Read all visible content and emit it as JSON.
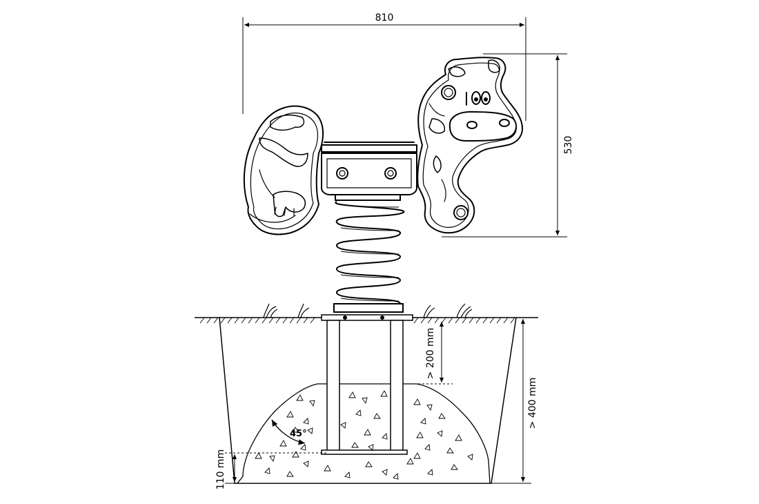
{
  "dimensions": {
    "width_label": "810",
    "height_label": "530",
    "top_depth_label": "> 200 mm",
    "total_depth_label": "> 400 mm",
    "bottom_depth_label": "110 mm",
    "angle_label": "45°"
  },
  "colors": {
    "line": "#000000",
    "background": "#ffffff",
    "fill_light": "#ffffff"
  }
}
